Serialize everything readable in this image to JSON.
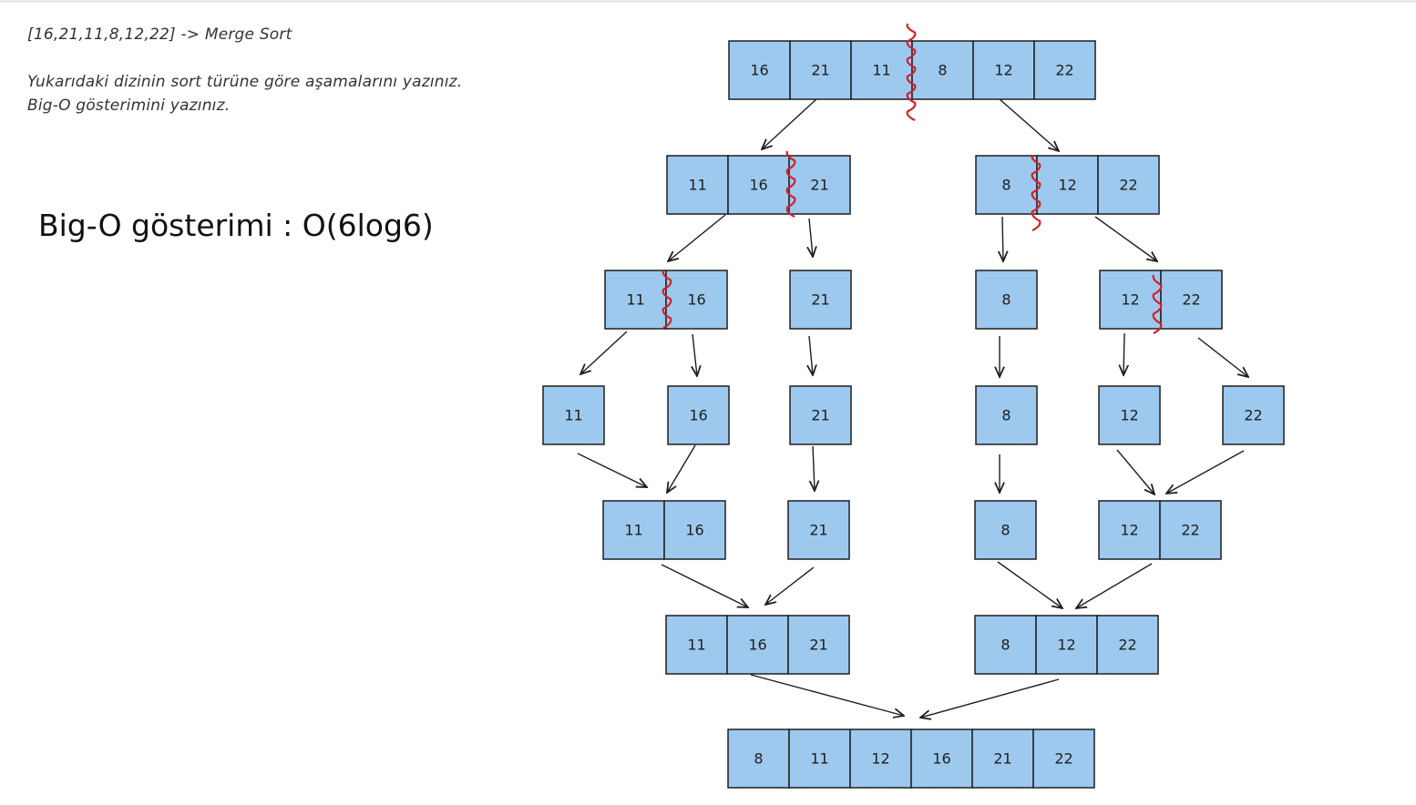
{
  "notes": {
    "line1": "[16,21,11,8,12,22] -> Merge Sort",
    "line2": "Yukarıdaki dizinin sort türüne göre aşamalarını yazınız.",
    "line3": "Big-O gösterimini yazınız."
  },
  "answer": "Big-O gösterimi : O(6log6)",
  "colors": {
    "cell_fill": "#9ec9ee",
    "split_marker": "#d51f2a",
    "stroke": "#1e1e1e"
  },
  "diagram": {
    "rows": [
      [
        [
          "16",
          "21",
          "11",
          "8",
          "12",
          "22"
        ]
      ],
      [
        [
          "11",
          "16",
          "21"
        ],
        [
          "8",
          "12",
          "22"
        ]
      ],
      [
        [
          "11",
          "16"
        ],
        [
          "21"
        ],
        [
          "8"
        ],
        [
          "12",
          "22"
        ]
      ],
      [
        [
          "11"
        ],
        [
          "16"
        ],
        [
          "21"
        ],
        [
          "8"
        ],
        [
          "12"
        ],
        [
          "22"
        ]
      ],
      [
        [
          "11",
          "16"
        ],
        [
          "21"
        ],
        [
          "8"
        ],
        [
          "12",
          "22"
        ]
      ],
      [
        [
          "11",
          "16",
          "21"
        ],
        [
          "8",
          "12",
          "22"
        ]
      ],
      [
        [
          "8",
          "11",
          "12",
          "16",
          "21",
          "22"
        ]
      ]
    ]
  }
}
